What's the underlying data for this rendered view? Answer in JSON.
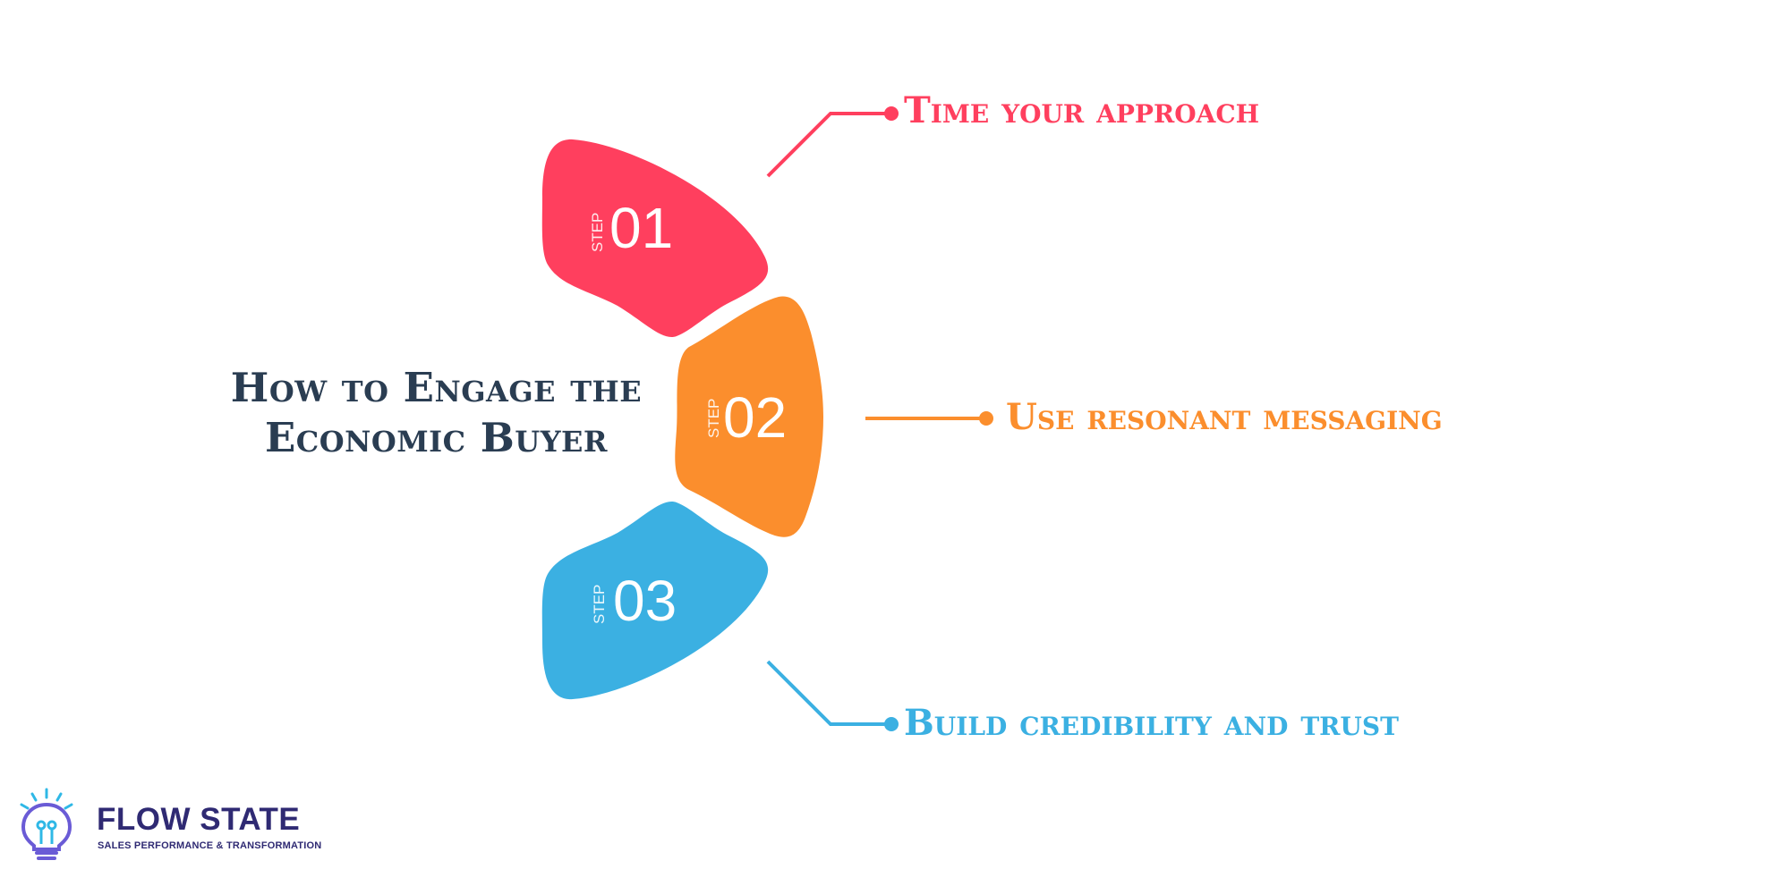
{
  "title": {
    "line1": "How to Engage the",
    "line2": "Economic Buyer"
  },
  "colors": {
    "title": "#2a3d52",
    "step1": "#ff3f5e",
    "step2": "#fb8e2d",
    "step3": "#3bb0e2",
    "brand": "#2f2a73",
    "logo_accent": "#2fb8e6"
  },
  "steps": [
    {
      "prefix": "STEP",
      "number": "01",
      "label": "Time your approach"
    },
    {
      "prefix": "STEP",
      "number": "02",
      "label": "Use resonant messaging"
    },
    {
      "prefix": "STEP",
      "number": "03",
      "label": "Build credibility and  trust"
    }
  ],
  "logo": {
    "icon": "lightbulb-icon",
    "name": "FLOW STATE",
    "tagline": "SALES PERFORMANCE & TRANSFORMATION"
  }
}
